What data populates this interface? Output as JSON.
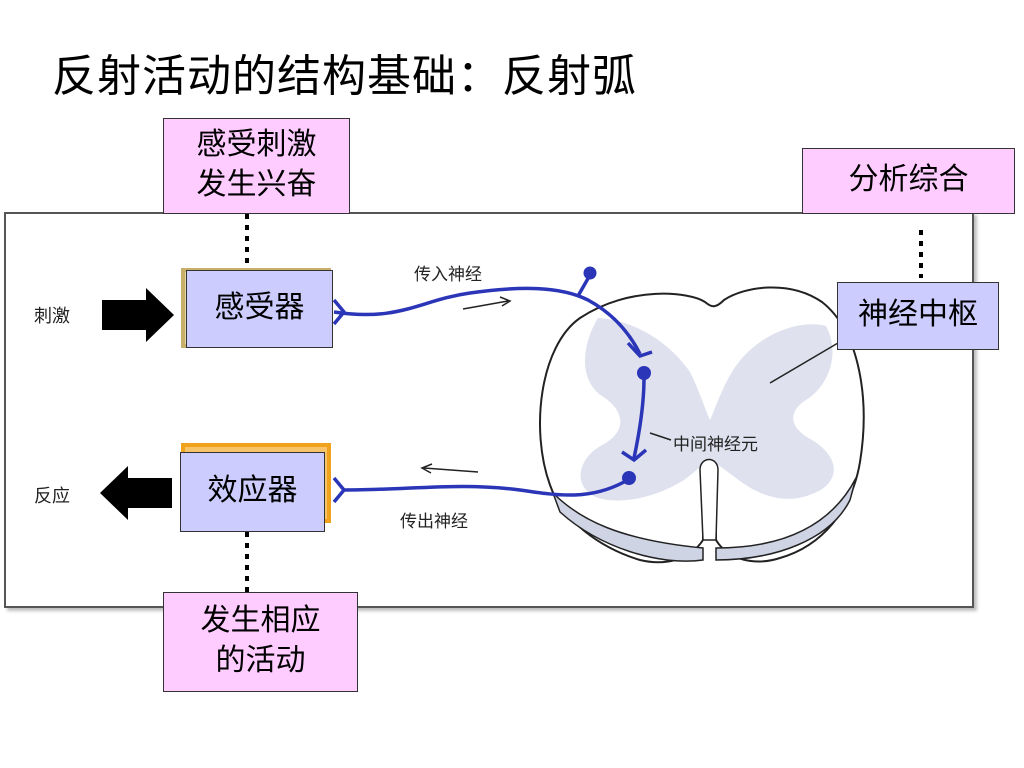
{
  "title": "反射活动的结构基础：反射弧",
  "diagram": {
    "stimulus_label": "刺激",
    "response_label": "反应",
    "afferent_nerve": "传入神经",
    "efferent_nerve": "传出神经",
    "interneuron": "中间神经元"
  },
  "boxes": {
    "receptor": "感受器",
    "effector": "效应器",
    "center": "神经中枢",
    "receive_line1": "感受刺激",
    "receive_line2": "发生兴奋",
    "analyze": "分析综合",
    "respond_line1": "发生相应",
    "respond_line2": "的活动"
  },
  "colors": {
    "pink_box": "#ffccff",
    "purple_box": "#ccccff",
    "nerve": "#2a35b8",
    "gray_matter": "#dfe2ee"
  }
}
